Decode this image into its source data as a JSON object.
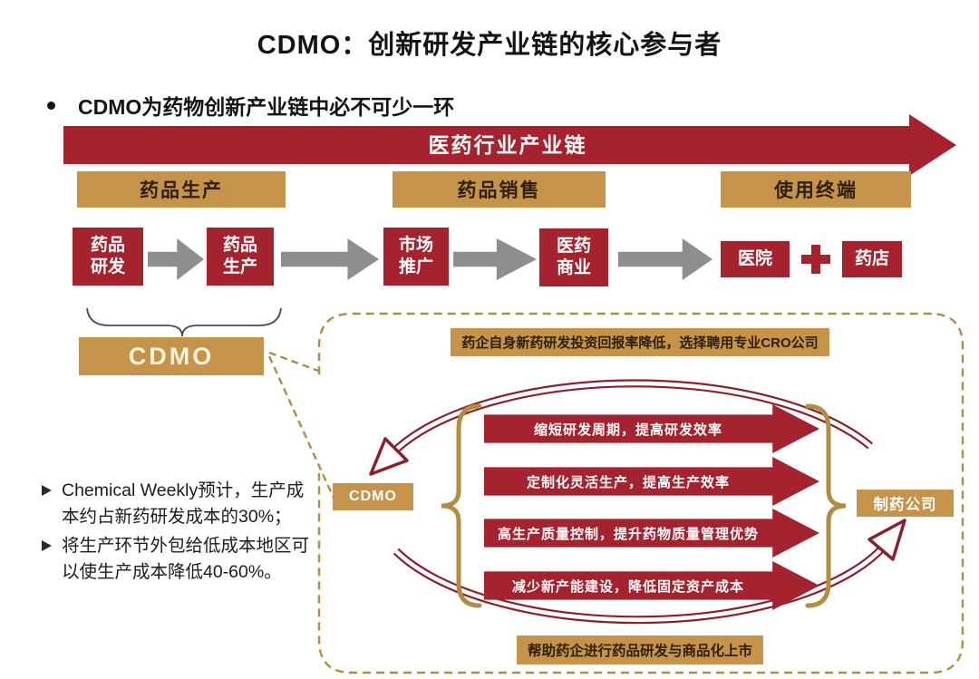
{
  "slide": {
    "title": "CDMO：创新研发产业链的核心参与者",
    "bullet": "CDMO为药物创新产业链中必不可少一环"
  },
  "chain": {
    "banner": "医药行业产业链",
    "stages": [
      "药品生产",
      "药品销售",
      "使用终端"
    ],
    "flow_boxes": [
      "药品\n研发",
      "药品\n生产",
      "市场\n推广",
      "医药\n商业"
    ],
    "terminals": [
      "医院",
      "药店"
    ],
    "cdmo_label": "CDMO"
  },
  "notes": [
    "Chemical Weekly预计，生产成本约占新药研发成本的30%；",
    "将生产环节外包给低成本地区可以使生产成本降低40-60%。"
  ],
  "detail": {
    "top_banner": "药企自身新药研发投资回报率降低，选择聘用专业CRO公司",
    "left_box": "CDMO",
    "right_box": "制药公司",
    "benefits": [
      "缩短研发周期，提高研发效率",
      "定制化灵活生产，提高生产效率",
      "高生产质量控制，提升药物质量管理优势",
      "减少新产能建设，降低固定资产成本"
    ],
    "bottom_banner": "帮助药企进行药品研发与商品化上市"
  },
  "colors": {
    "red": "#A4232E",
    "dark_red": "#8C1F2A",
    "gold": "#C5944A",
    "gold_line": "#B28C42",
    "gray_arrow": "#8E8E8E",
    "banner_text": "#FFFFFF",
    "gold_box_text": "#2E1E08"
  }
}
